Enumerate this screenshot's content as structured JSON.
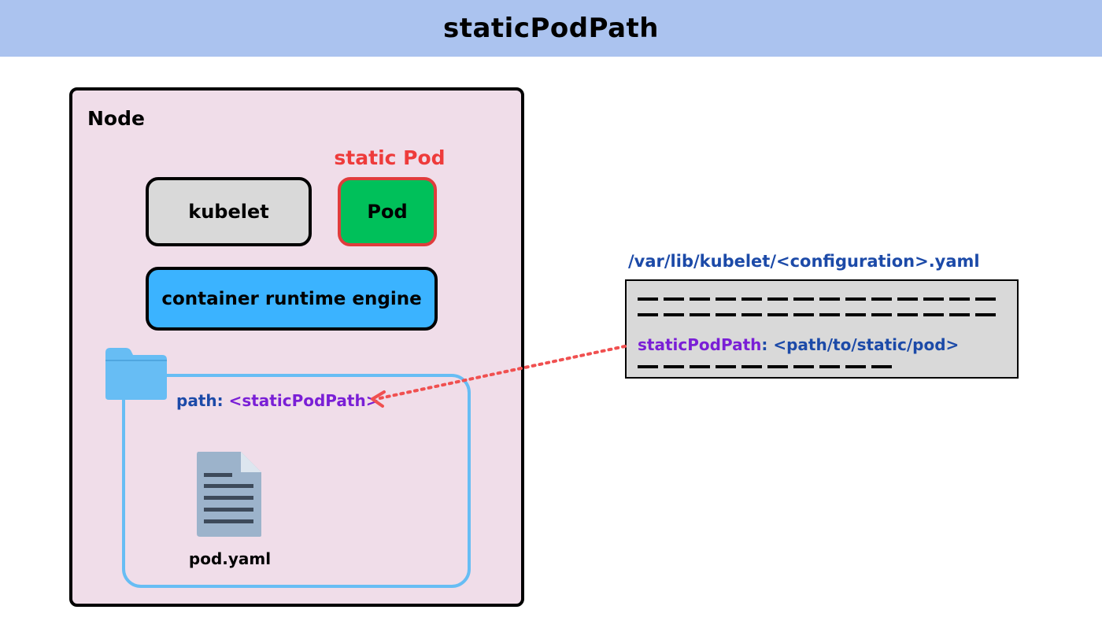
{
  "header": {
    "title": "staticPodPath"
  },
  "node": {
    "label": "Node",
    "static_pod_label": "static Pod",
    "kubelet_label": "kubelet",
    "pod_label": "Pod",
    "runtime_label": "container runtime engine",
    "folder": {
      "path_prefix": "path: ",
      "path_value": "<staticPodPath>",
      "file_name": "pod.yaml"
    }
  },
  "config": {
    "file_path": "/var/lib/kubelet/<configuration>.yaml",
    "key": "staticPodPath",
    "separator": ": ",
    "value": "<path/to/static/pod>"
  },
  "colors": {
    "banner": "#abc3ef",
    "node_bg": "#f0dde9",
    "kubelet_bg": "#d9d9d9",
    "pod_bg": "#00c05a",
    "pod_border": "#e03c3c",
    "runtime_bg": "#3bb3ff",
    "folder": "#67bdf4",
    "arrow": "#f05050",
    "path_text": "#1c4aa8",
    "variable_text": "#7a1fd6"
  },
  "icons": {
    "folder": "folder-icon",
    "file": "document-icon",
    "arrow": "dotted-arrow"
  }
}
